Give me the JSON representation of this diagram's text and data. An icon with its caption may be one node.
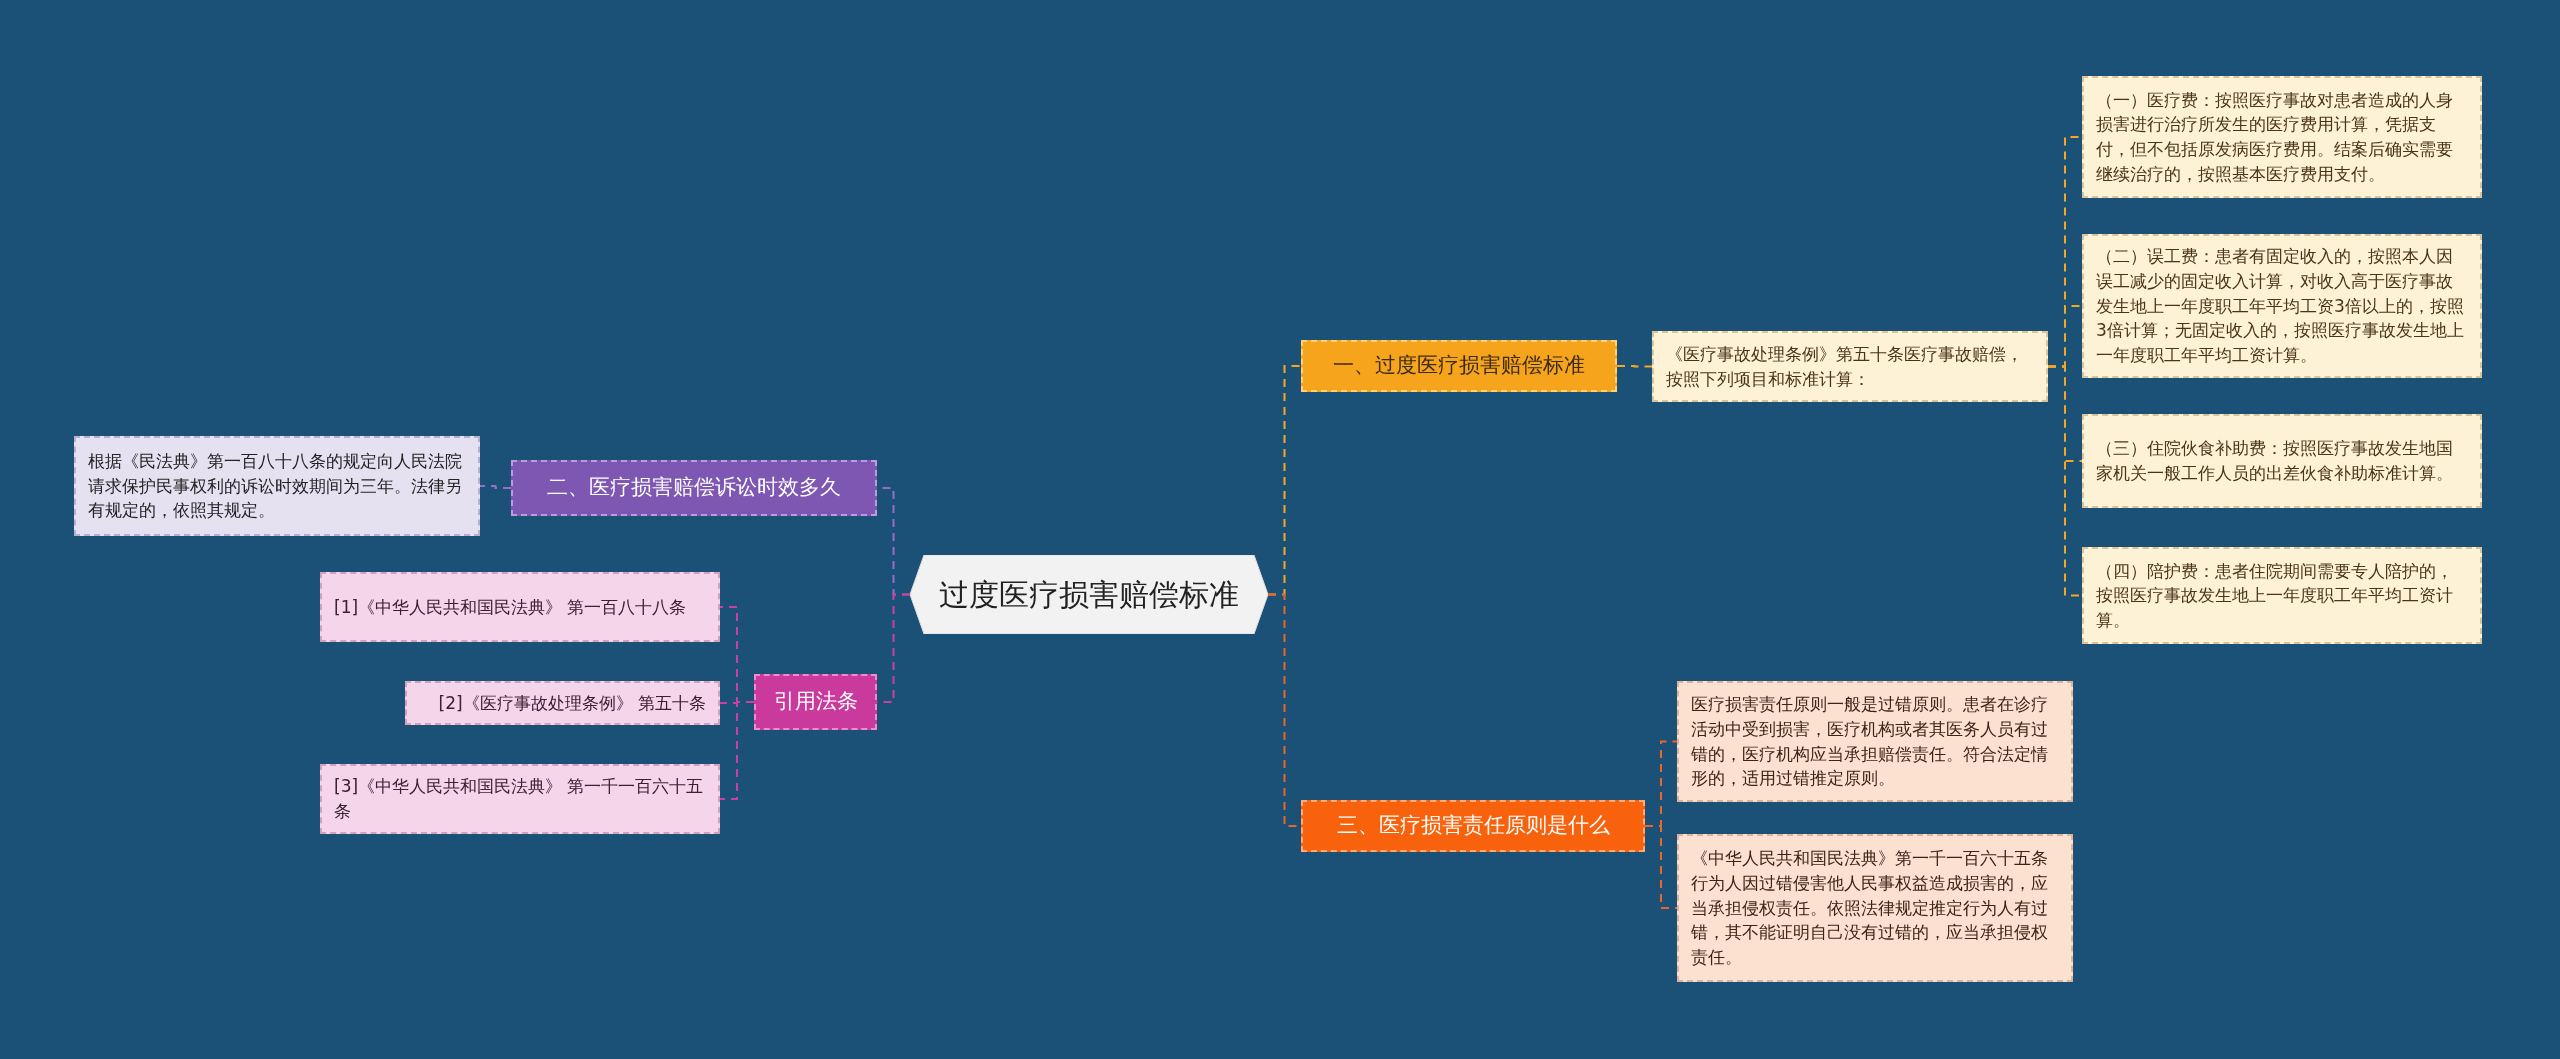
{
  "diagram": {
    "nodes": [
      {
        "text": [
          "过度医疗损害赔偿标准"
        ]
      },
      {
        "text": [
          "一、过度医疗损害赔偿标准"
        ]
      },
      {
        "text": [
          "《医疗事故处理条例》第五十条医疗事故赔偿，按照下列项目和标准计算："
        ]
      },
      {
        "text": [
          "（一）医疗费：按照医疗事故对患者造成的人身损害进行治疗所发生的医疗费用计算，凭据支付，但不包括原发病医疗费用。结案后确实需要继续治疗的，按照基本医疗费用支付。"
        ]
      },
      {
        "text": [
          "（二）误工费：患者有固定收入的，按照本人因误工减少的固定收入计算，对收入高于医疗事故发生地上一年度职工年平均工资3倍以上的，按照3倍计算；无固定收入的，按照医疗事故发生地上一年度职工年平均工资计算。"
        ]
      },
      {
        "text": [
          "（三）住院伙食补助费：按照医疗事故发生地国家机关一般工作人员的出差伙食补助标准计算。"
        ]
      },
      {
        "text": [
          "（四）陪护费：患者住院期间需要专人陪护的，按照医疗事故发生地上一年度职工年平均工资计算。"
        ]
      },
      {
        "text": [
          "三、医疗损害责任原则是什么"
        ]
      },
      {
        "text": [
          "医疗损害责任原则一般是过错原则。患者在诊疗活动中受到损害，医疗机构或者其医务人员有过错的，医疗机构应当承担赔偿责任。符合法定情形的，适用过错推定原则。"
        ]
      },
      {
        "text": [
          "《中华人民共和国民法典》第一千一百六十五条行为人因过错侵害他人民事权益造成损害的，应当承担侵权责任。依照法律规定推定行为人有过错，其不能证明自己没有过错的，应当承担侵权责任。"
        ]
      },
      {
        "text": [
          "二、医疗损害赔偿诉讼时效多久"
        ]
      },
      {
        "text": [
          "根据《民法典》第一百八十八条的规定向人民法院请求保护民事权利的诉讼时效期间为三年。法律另有规定的，依照其规定。"
        ]
      },
      {
        "text": [
          "引用法条"
        ]
      },
      {
        "text": [
          "[1]《中华人民共和国民法典》 第一百八十八条"
        ]
      },
      {
        "text": [
          "[2]《医疗事故处理条例》 第五十条"
        ]
      },
      {
        "text": [
          "[3]《中华人民共和国民法典》 第一千一百六十五条"
        ]
      }
    ],
    "edges": [
      {
        "from": 0,
        "to": 1,
        "arrow": "none",
        "style": "dashed",
        "color": "#f5a623"
      },
      {
        "from": 1,
        "to": 2,
        "arrow": "none",
        "style": "dashed",
        "color": "#f5a623"
      },
      {
        "from": 2,
        "to": 3,
        "arrow": "none",
        "style": "dashed",
        "color": "#f5a623"
      },
      {
        "from": 2,
        "to": 4,
        "arrow": "none",
        "style": "dashed",
        "color": "#f5a623"
      },
      {
        "from": 2,
        "to": 5,
        "arrow": "none",
        "style": "dashed",
        "color": "#f5a623"
      },
      {
        "from": 2,
        "to": 6,
        "arrow": "none",
        "style": "dashed",
        "color": "#f5a623"
      },
      {
        "from": 0,
        "to": 7,
        "arrow": "none",
        "style": "dashed",
        "color": "#e8672a"
      },
      {
        "from": 7,
        "to": 8,
        "arrow": "none",
        "style": "dashed",
        "color": "#e8672a"
      },
      {
        "from": 7,
        "to": 9,
        "arrow": "none",
        "style": "dashed",
        "color": "#e8672a"
      },
      {
        "from": 0,
        "to": 10,
        "arrow": "none",
        "style": "dashed",
        "color": "#9a6cc8"
      },
      {
        "from": 10,
        "to": 11,
        "arrow": "none",
        "style": "dashed",
        "color": "#9a6cc8"
      },
      {
        "from": 0,
        "to": 12,
        "arrow": "none",
        "style": "dashed",
        "color": "#c9409e"
      },
      {
        "from": 12,
        "to": 13,
        "arrow": "none",
        "style": "dashed",
        "color": "#c9409e"
      },
      {
        "from": 12,
        "to": 14,
        "arrow": "none",
        "style": "dashed",
        "color": "#c9409e"
      },
      {
        "from": 12,
        "to": 15,
        "arrow": "none",
        "style": "dashed",
        "color": "#c9409e"
      }
    ]
  }
}
